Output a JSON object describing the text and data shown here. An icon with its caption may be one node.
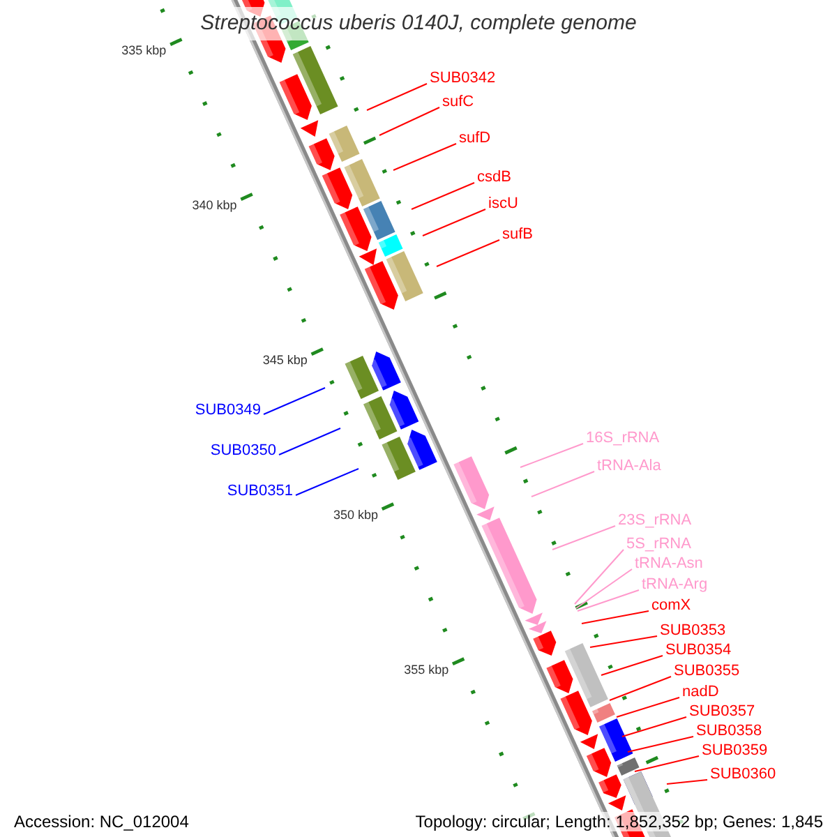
{
  "diagram": {
    "title": "Streptococcus uberis 0140J, complete genome",
    "nodes": [
      {
        "text": [
          "SUB0342"
        ]
      },
      {
        "text": [
          "sufC"
        ]
      },
      {
        "text": [
          "sufD"
        ]
      },
      {
        "text": [
          "csdB"
        ]
      },
      {
        "text": [
          "iscU"
        ]
      },
      {
        "text": [
          "sufB"
        ]
      },
      {
        "text": [
          "SUB0349"
        ]
      },
      {
        "text": [
          "SUB0350"
        ]
      },
      {
        "text": [
          "SUB0351"
        ]
      },
      {
        "text": [
          "16S_rRNA"
        ]
      },
      {
        "text": [
          "tRNA-Ala"
        ]
      },
      {
        "text": [
          "23S_rRNA"
        ]
      },
      {
        "text": [
          "5S_rRNA"
        ]
      },
      {
        "text": [
          "tRNA-Asn"
        ]
      },
      {
        "text": [
          "tRNA-Arg"
        ]
      },
      {
        "text": [
          "comX"
        ]
      },
      {
        "text": [
          "SUB0353"
        ]
      },
      {
        "text": [
          "SUB0354"
        ]
      },
      {
        "text": [
          "SUB0355"
        ]
      },
      {
        "text": [
          "nadD"
        ]
      },
      {
        "text": [
          "SUB0357"
        ]
      },
      {
        "text": [
          "SUB0358"
        ]
      },
      {
        "text": [
          "SUB0359"
        ]
      },
      {
        "text": [
          "SUB0360"
        ]
      }
    ],
    "edges": [
      {
        "from": 0,
        "to": null,
        "arrow": "none"
      },
      {
        "from": 1,
        "to": null,
        "arrow": "none"
      },
      {
        "from": 2,
        "to": null,
        "arrow": "none"
      },
      {
        "from": 3,
        "to": null,
        "arrow": "none"
      },
      {
        "from": 4,
        "to": null,
        "arrow": "none"
      },
      {
        "from": 5,
        "to": null,
        "arrow": "none"
      },
      {
        "from": 6,
        "to": null,
        "arrow": "none",
        "color": "#0000ff"
      },
      {
        "from": 7,
        "to": null,
        "arrow": "none",
        "color": "#0000ff"
      },
      {
        "from": 8,
        "to": null,
        "arrow": "none",
        "color": "#0000ff"
      },
      {
        "from": 9,
        "to": null,
        "arrow": "none",
        "color": "#ff99cc"
      },
      {
        "from": 10,
        "to": null,
        "arrow": "none",
        "color": "#ff99cc"
      },
      {
        "from": 11,
        "to": null,
        "arrow": "none",
        "color": "#ff99cc"
      },
      {
        "from": 12,
        "to": null,
        "arrow": "none",
        "color": "#ff99cc"
      },
      {
        "from": 13,
        "to": null,
        "arrow": "none",
        "color": "#ff99cc"
      },
      {
        "from": 14,
        "to": null,
        "arrow": "none",
        "color": "#ff99cc"
      },
      {
        "from": 15,
        "to": null,
        "arrow": "none"
      },
      {
        "from": 16,
        "to": null,
        "arrow": "none"
      },
      {
        "from": 17,
        "to": null,
        "arrow": "none"
      },
      {
        "from": 18,
        "to": null,
        "arrow": "none"
      },
      {
        "from": 19,
        "to": null,
        "arrow": "none"
      },
      {
        "from": 20,
        "to": null,
        "arrow": "none"
      },
      {
        "from": 21,
        "to": null,
        "arrow": "none"
      },
      {
        "from": 22,
        "to": null,
        "arrow": "none"
      },
      {
        "from": 23,
        "to": null,
        "arrow": "none"
      }
    ],
    "labels": [
      "335 kbp",
      "340 kbp",
      "345 kbp",
      "350 kbp",
      "355 kbp",
      "Accession: NC_012004",
      "Topology: circular; Length: 1,852,352 bp; Genes: 1,845"
    ]
  }
}
